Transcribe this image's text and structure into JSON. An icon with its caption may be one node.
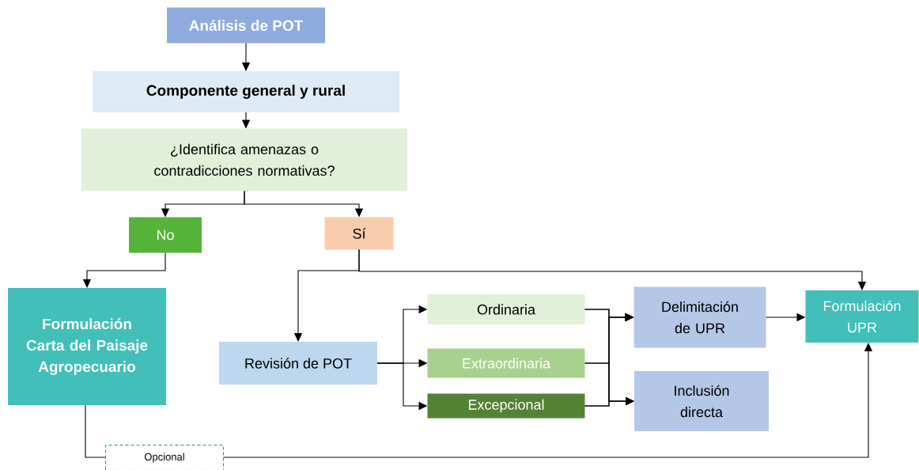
{
  "diagram": {
    "nodes": [
      {
        "text": [
          "Análisis de POT"
        ]
      },
      {
        "text": [
          "Componente general y rural"
        ]
      },
      {
        "text": [
          "¿Identifica amenazas o contradicciones normativas?"
        ]
      },
      {
        "text": [
          "No"
        ]
      },
      {
        "text": [
          "Sí"
        ]
      },
      {
        "text": [
          "Formulación Carta del Paisaje Agropecuario"
        ]
      },
      {
        "text": [
          "Revisión de POT"
        ]
      },
      {
        "text": [
          "Ordinaria"
        ]
      },
      {
        "text": [
          "Extraordinaria"
        ]
      },
      {
        "text": [
          "Excepcional"
        ]
      },
      {
        "text": [
          "Delimitación de UPR"
        ]
      },
      {
        "text": [
          "Inclusión directa"
        ]
      },
      {
        "text": [
          "Formulación UPR"
        ]
      }
    ],
    "edges": [
      {
        "from": 0,
        "to": 1,
        "arrow": "to"
      },
      {
        "from": 1,
        "to": 2,
        "arrow": "to"
      },
      {
        "from": 2,
        "to": 3,
        "arrow": "to"
      },
      {
        "from": 2,
        "to": 4,
        "arrow": "to"
      },
      {
        "from": 3,
        "to": 5,
        "arrow": "to"
      },
      {
        "from": 4,
        "to": 6,
        "arrow": "to"
      },
      {
        "from": 4,
        "to": 12,
        "arrow": "to"
      },
      {
        "from": 6,
        "to": 7,
        "arrow": "to"
      },
      {
        "from": 6,
        "to": 8,
        "arrow": "to"
      },
      {
        "from": 6,
        "to": 9,
        "arrow": "to"
      },
      {
        "from": 7,
        "to": 10,
        "arrow": "to"
      },
      {
        "from": 7,
        "to": 11,
        "arrow": "to"
      },
      {
        "from": 8,
        "to": 10,
        "arrow": "to"
      },
      {
        "from": 8,
        "to": 11,
        "arrow": "to"
      },
      {
        "from": 9,
        "to": 10,
        "arrow": "to"
      },
      {
        "from": 9,
        "to": 11,
        "arrow": "to"
      },
      {
        "from": 10,
        "to": 12,
        "arrow": "to"
      },
      {
        "from": 5,
        "to": 12,
        "arrow": "to",
        "label": "Opcional"
      }
    ]
  }
}
